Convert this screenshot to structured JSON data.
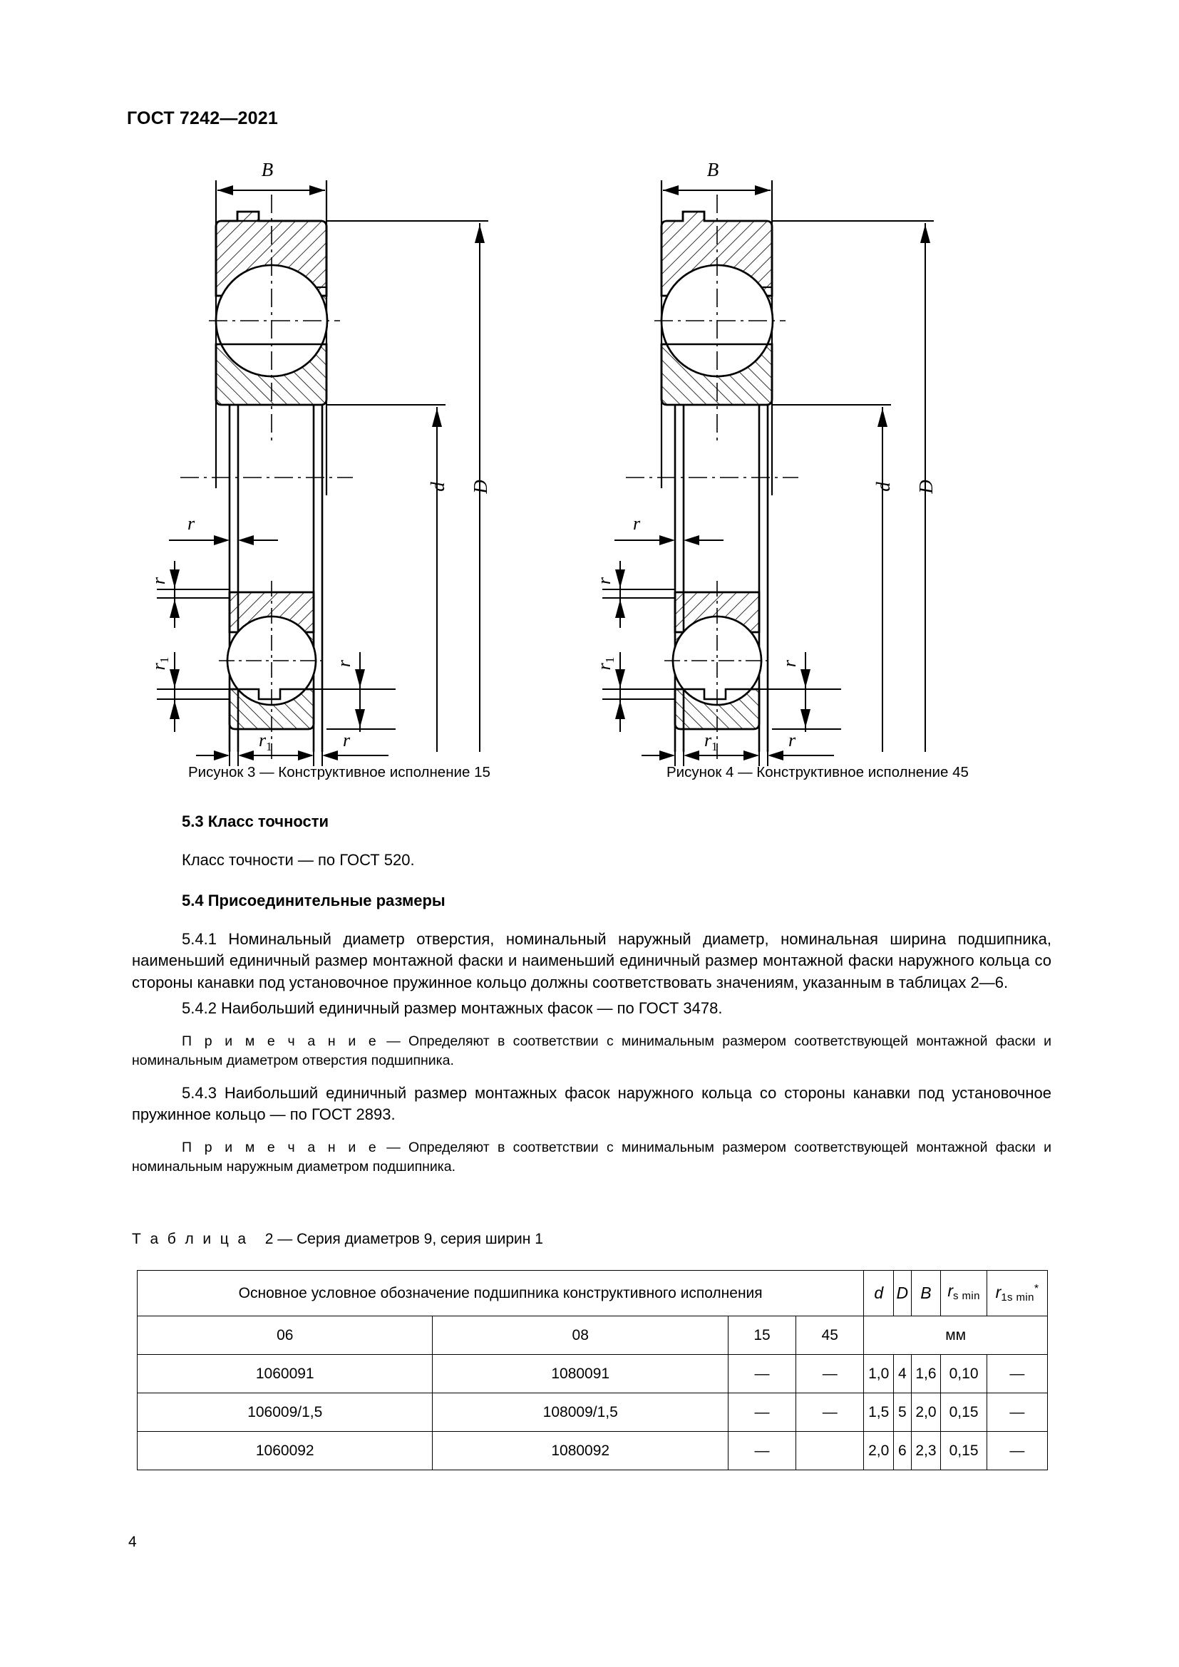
{
  "header": {
    "standard_id": "ГОСТ 7242—2021"
  },
  "figures": [
    {
      "id": "figure-3",
      "caption": "Рисунок 3 — Конструктивное исполнение 15",
      "dimension_labels": {
        "width": "B",
        "outer_diameter": "D",
        "bore_diameter": "d",
        "chamfer": "r",
        "chamfer_groove": "r",
        "chamfer_1": "r",
        "chamfer_1_sub": "1"
      }
    },
    {
      "id": "figure-4",
      "caption": "Рисунок 4 — Конструктивное исполнение 45",
      "dimension_labels": {
        "width": "B",
        "outer_diameter": "D",
        "bore_diameter": "d",
        "chamfer": "r",
        "chamfer_groove": "r",
        "chamfer_1": "r",
        "chamfer_1_sub": "1"
      }
    }
  ],
  "sections": {
    "s53_title": "5.3 Класс точности",
    "s53_body": "Класс точности — по ГОСТ 520.",
    "s54_title": "5.4 Присоединительные размеры",
    "s541_body": "5.4.1 Номинальный диаметр отверстия, номинальный наружный диаметр, номинальная ширина подшипника, наименьший единичный размер монтажной фаски и наименьший единичный размер монтажной фаски наружного кольца со стороны канавки под установочное пружинное кольцо должны соответствовать значениям, указанным в таблицах 2—6.",
    "s542_body": "5.4.2 Наибольший единичный размер монтажных фасок — по ГОСТ 3478.",
    "note1_label": "П р и м е ч а н и е",
    "note1_body": "—  Определяют в соответствии с минимальным размером соответствующей монтажной фаски и номинальным диаметром отверстия подшипника.",
    "s543_body": "5.4.3 Наибольший единичный размер монтажных фасок наружного кольца со стороны канавки под установочное пружинное кольцо — по ГОСТ 2893.",
    "note2_label": "П р и м е ч а н и е",
    "note2_body": "—  Определяют в соответствии с минимальным размером соответствующей монтажной фаски и номинальным наружным диаметром подшипника."
  },
  "table": {
    "caption_label": "Т а б л и ц а",
    "caption_text": "2 — Серия диаметров 9, серия ширин 1",
    "group_header": "Основное условное обозначение подшипника конструктивного исполнения",
    "designation_columns": [
      "06",
      "08",
      "15",
      "45"
    ],
    "measure_columns": [
      {
        "symbol": "d",
        "sub": "",
        "sup": ""
      },
      {
        "symbol": "D",
        "sub": "",
        "sup": ""
      },
      {
        "symbol": "B",
        "sub": "",
        "sup": ""
      },
      {
        "symbol": "r",
        "sub": "s min",
        "sup": ""
      },
      {
        "symbol": "r",
        "sub": "1s min",
        "sup": "*"
      }
    ],
    "units_label": "мм",
    "rows": [
      {
        "c06": "1060091",
        "c08": "1080091",
        "c15": "—",
        "c45": "—",
        "d": "1,0",
        "D": "4",
        "B": "1,6",
        "rs": "0,10",
        "r1s": "—"
      },
      {
        "c06": "106009/1,5",
        "c08": "108009/1,5",
        "c15": "—",
        "c45": "—",
        "d": "1,5",
        "D": "5",
        "B": "2,0",
        "rs": "0,15",
        "r1s": "—"
      },
      {
        "c06": "1060092",
        "c08": "1080092",
        "c15": "—",
        "c45": "",
        "d": "2,0",
        "D": "6",
        "B": "2,3",
        "rs": "0,15",
        "r1s": "—"
      }
    ]
  },
  "footer": {
    "page_number": "4"
  }
}
